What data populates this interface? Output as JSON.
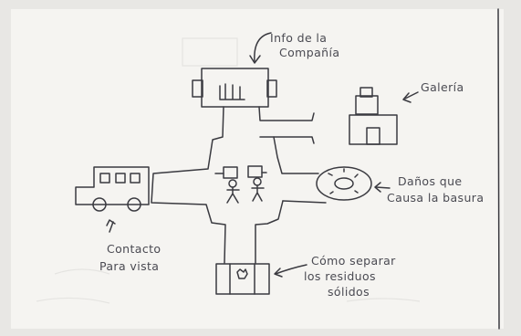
{
  "labels": {
    "info_line1": "Info de la",
    "info_line2": "Compañía",
    "galeria": "Galería",
    "danos_line1": "Daños que",
    "danos_line2": "Causa la basura",
    "contacto_line1": "Contacto",
    "contacto_line2": "Para vista",
    "separar_line1": "Cómo separar",
    "separar_line2": "los residuos",
    "separar_line3": "sólidos"
  },
  "colors": {
    "paper": "#f4f3f0",
    "ink": "#3a3a40"
  }
}
